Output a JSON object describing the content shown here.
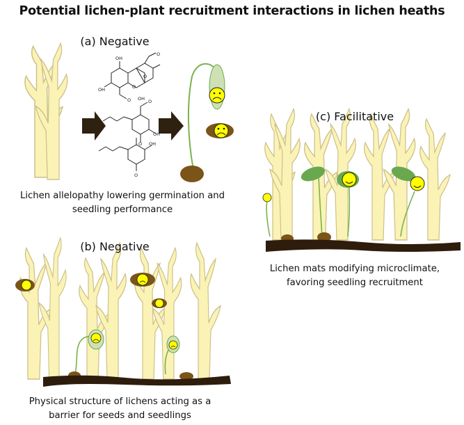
{
  "title": "Potential lichen-plant recruitment interactions in lichen heaths",
  "panels": {
    "a": {
      "heading": "(a) Negative",
      "caption_line1": "Lichen allelopathy lowering germination and",
      "caption_line2": "seedling performance"
    },
    "b": {
      "heading": "(b) Negative",
      "caption_line1": "Physical structure of lichens acting as a",
      "caption_line2": "barrier for seeds and seedlings"
    },
    "c": {
      "heading": "(c) Facilitative",
      "caption_line1": "Lichen mats modifying microclimate,",
      "caption_line2": "favoring seedling recruitment"
    }
  },
  "molecule_labels": {
    "oh_1": "OH",
    "o_1": "O",
    "o_2": "O",
    "oh_2": "OH",
    "o_ring": "O",
    "o_3": "O",
    "oh_3": "OH",
    "oh_4": "OH",
    "o_4": "O",
    "o_5": "O",
    "oh_5": "OH",
    "o_6": "O"
  },
  "colors": {
    "lichen_fill": "#fbf3b6",
    "lichen_stroke": "#cdc08a",
    "stem": "#7ab34a",
    "leaf": "#6aa84f",
    "seed": "#7a5418",
    "ground": "#2e1c0c",
    "smiley_face": "#ffff00",
    "arrow": "#2e2110"
  }
}
